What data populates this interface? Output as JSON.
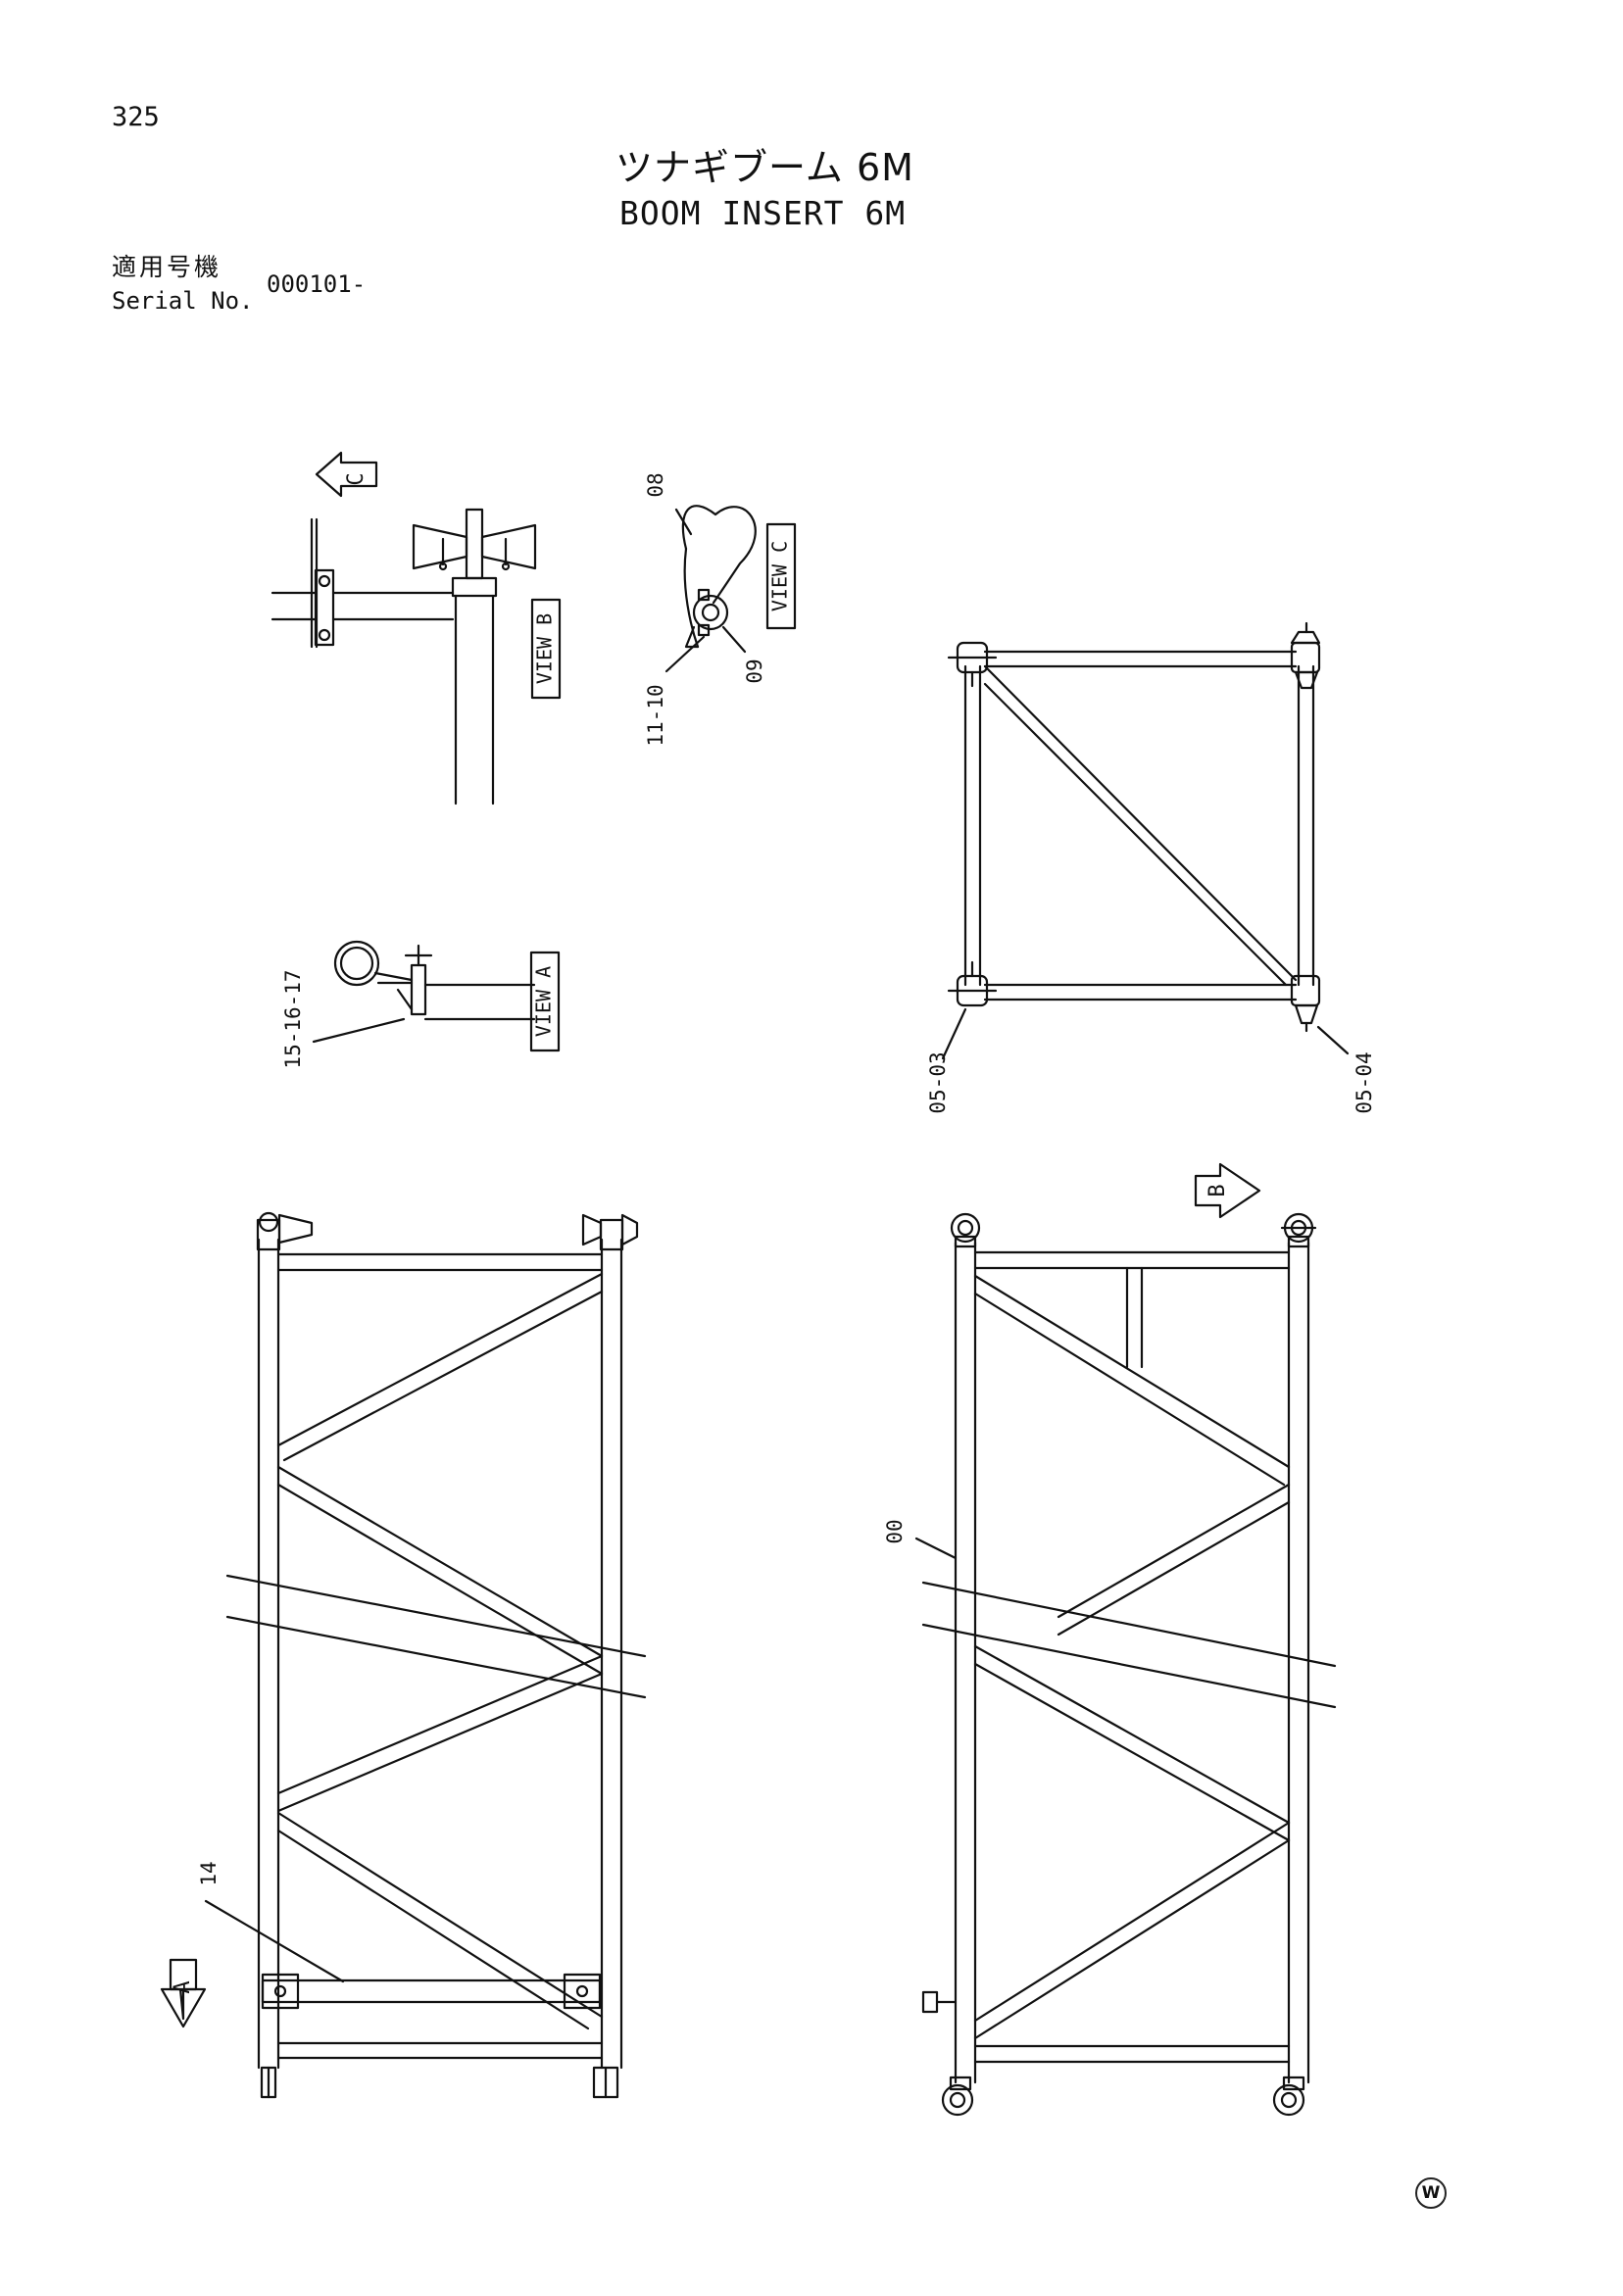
{
  "header": {
    "page_number": "325",
    "title_jp": "ツナギブーム 6M",
    "title_en": "BOOM INSERT 6M",
    "serial_label_jp": "適用号機",
    "serial_label_en": "Serial No.",
    "serial_value": "000101-"
  },
  "views": {
    "view_a": "VIEW A",
    "view_b": "VIEW B",
    "view_c": "VIEW C"
  },
  "arrows": {
    "a": "A",
    "b": "B",
    "c": "C"
  },
  "callouts": {
    "c08": "08",
    "c09": "09",
    "c1110": "11-10",
    "c151617": "15-16-17",
    "c0503": "05-03",
    "c0504": "05-04",
    "c00": "00",
    "c14": "14"
  },
  "footer": {
    "watermark": "W"
  }
}
